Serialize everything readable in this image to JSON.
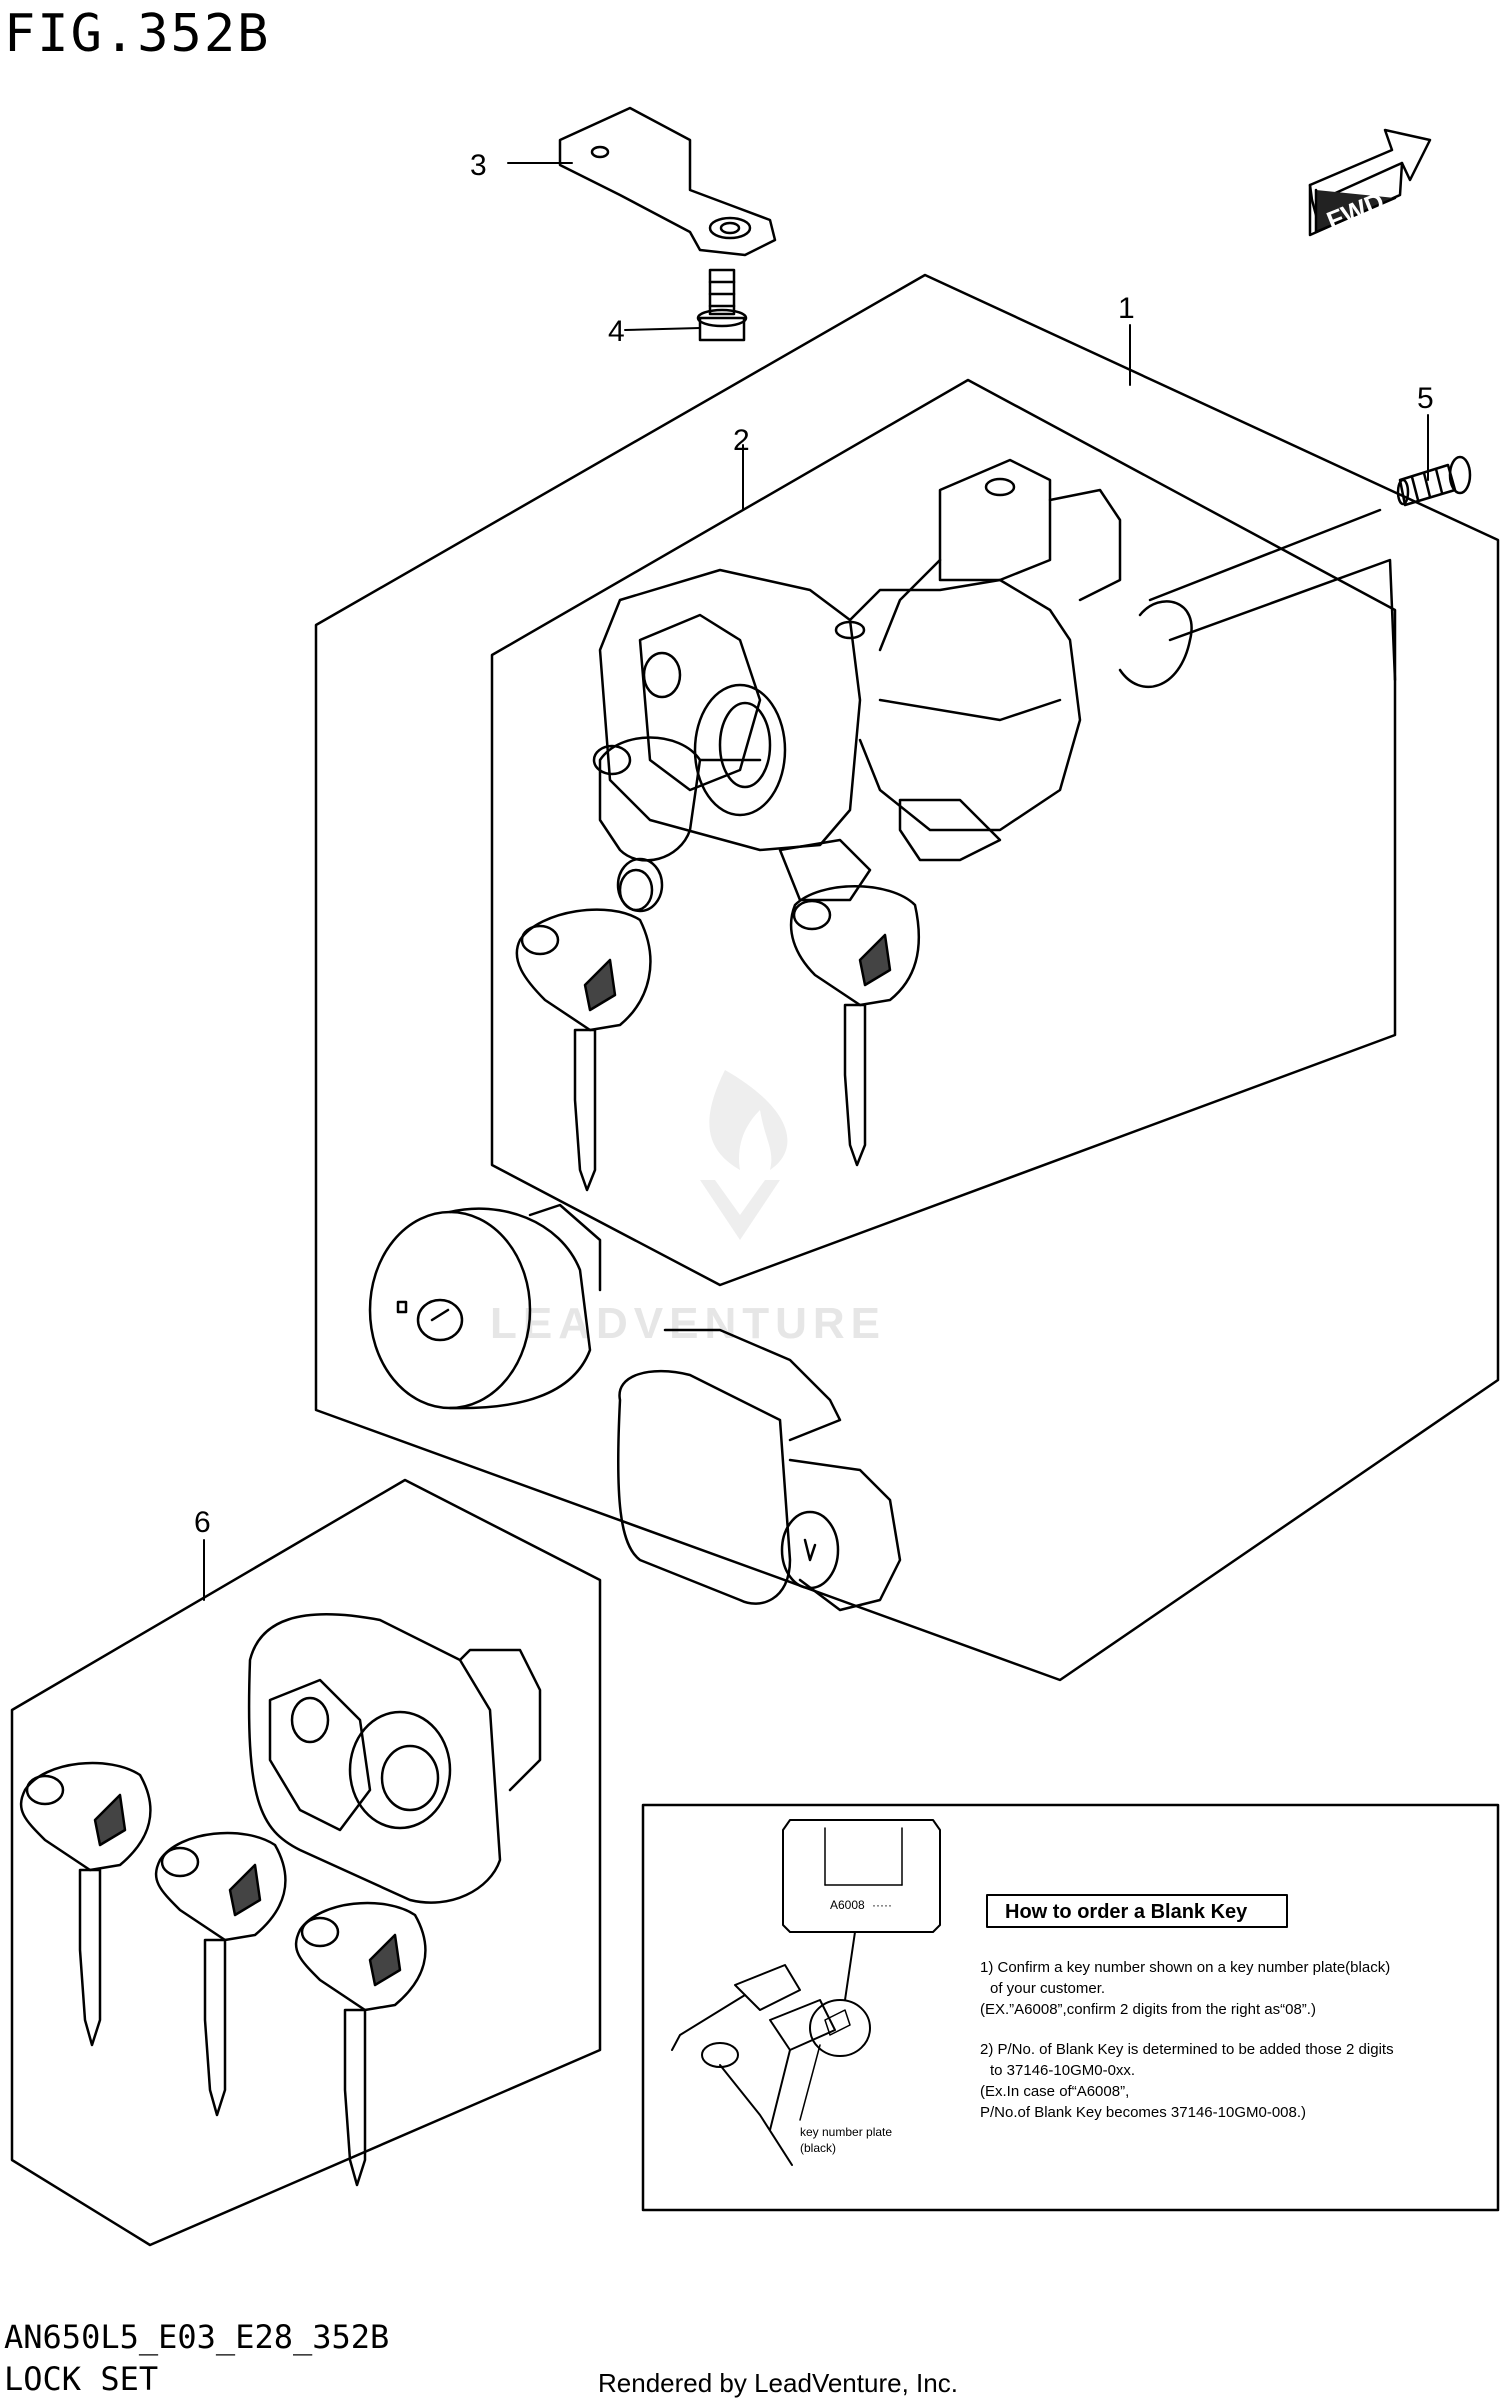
{
  "figure": {
    "title": "FIG.352B",
    "model_code": "AN650L5_E03_E28_352B",
    "name": "LOCK SET",
    "rendered_by": "Rendered by LeadVenture, Inc.",
    "watermark": "LEADVENTURE",
    "direction_label": "FWD"
  },
  "callouts": [
    {
      "number": "1"
    },
    {
      "number": "2"
    },
    {
      "number": "3"
    },
    {
      "number": "4"
    },
    {
      "number": "5"
    },
    {
      "number": "6"
    }
  ],
  "info_box": {
    "plate_code": "A6008",
    "title": "How to order a Blank Key",
    "lines": [
      "1) Confirm a key number shown on a key number plate(black)",
      "of your customer.",
      "(EX.”A6008”,confirm 2 digits from the right as“08”.)",
      "2) P/No. of Blank Key is determined to be added those 2 digits",
      "to 37146-10GM0-0xx.",
      "(Ex.In case of“A6008”,",
      "P/No.of Blank Key becomes 37146-10GM0-008.)"
    ],
    "plate_label_1": "key number plate",
    "plate_label_2": "(black)"
  }
}
